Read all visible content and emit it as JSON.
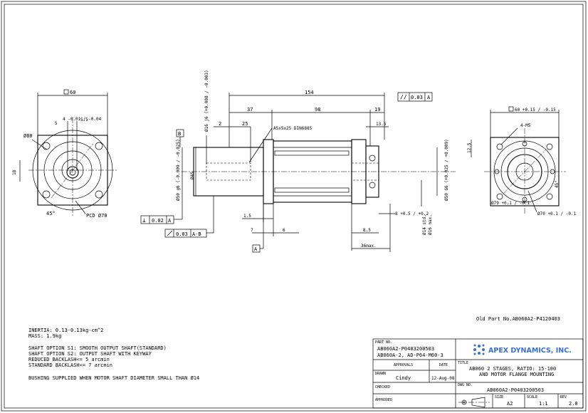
{
  "views": {
    "front": {
      "square": "60",
      "keyway": "4 -0.01 / -0.04",
      "key_depth": "5",
      "pilot": "5.5",
      "dia_outer": "Ø80",
      "hole_depth": "18",
      "angle": "45°",
      "pcd": "PCD Ø70"
    },
    "side": {
      "overall_length": "154",
      "parallelism": "//",
      "parallelism_value": "0.03",
      "parallelism_datum": "A",
      "shaft_dia": "Ø16 j6 (+0.008 / -0.003)",
      "dim_37": "37",
      "dim_98": "98",
      "dim_19": "19",
      "dim_2": "2",
      "dim_25": "25",
      "keyway_callout": "A5x5x25 DIN6885",
      "dim_13_5": "13.5",
      "datum_b": "B",
      "dia_50_g6": "Ø50 g6 (-0.009 / -0.025)",
      "dia_45": "Ø45",
      "dia_50_G6": "Ø50 G6 (+0.025 / +0.009)",
      "dim_12_5": "12.5",
      "dim_1_5": "1.5",
      "dim_8": "8 +0.5 / +0.2",
      "perp_symbol": "⊥",
      "perp_value": "0.02",
      "perp_datum": "A",
      "runout_value": "0.03",
      "runout_datum": "A-B",
      "dim_7": "7",
      "dim_6": "6",
      "dim_8_5": "8.5",
      "bore_14": "Ø14 std.",
      "bore_16": "Ø16 max.",
      "dim_36max": "36max.",
      "datum_a": "A"
    },
    "rear": {
      "square": "60 +0.15 / -0.15",
      "thread": "4-M5",
      "dia_79": "Ø79 +0.1 / -0.1",
      "dia_70": "Ø70 +0.1 / -0.1",
      "angle": "45°"
    }
  },
  "old_part_no": "Old Part No.AB060A2-P4120403",
  "notes": [
    "INERTIA:  0.13-0.13kg-cm^2",
    "MASS: 1.9kg",
    "",
    "SHAFT OPTION S1: SMOOTH OUTPUT SHAFT(STANDARD)",
    "SHAFT OPTION S2: OUTPUT SHAFT WITH KEYWAY",
    "REDUCED BACKLASH<= 5 arcmin",
    "STANDARD BACKLASH<= 7 arcmin",
    "",
    "BUSHING SUPPLIED WHEN MOTOR SHAFT DIAMETER SMALL THAN Ø14"
  ],
  "title_block": {
    "part_no_label": "PART NO.",
    "part_no_1": "AB060A2-P0403200503",
    "part_no_2": "AB060A-2, AD-P64-M60-3",
    "company": "APEX DYNAMICS, INC.",
    "approvals_label": "APPROVALS",
    "date_label": "DATE",
    "title_label": "TITLE",
    "title_1": "AB060 2 STAGES, RATIO: 15-100",
    "title_2": "AND MOTOR FLANGE MOUNTING",
    "drawn_label": "DRAWN",
    "drawn_by": "Cindy",
    "drawn_date": "12-Aug-08",
    "checked_label": "CHECKED",
    "dwg_label": "DWG NO.",
    "dwg_no": "AB060A2-P0403200503",
    "approved_label": "APPROVED",
    "size_label": "SIZE",
    "size": "A2",
    "scale_label": "SCALE",
    "scale": "1:1",
    "rev_label": "REV",
    "rev": "2.0"
  }
}
